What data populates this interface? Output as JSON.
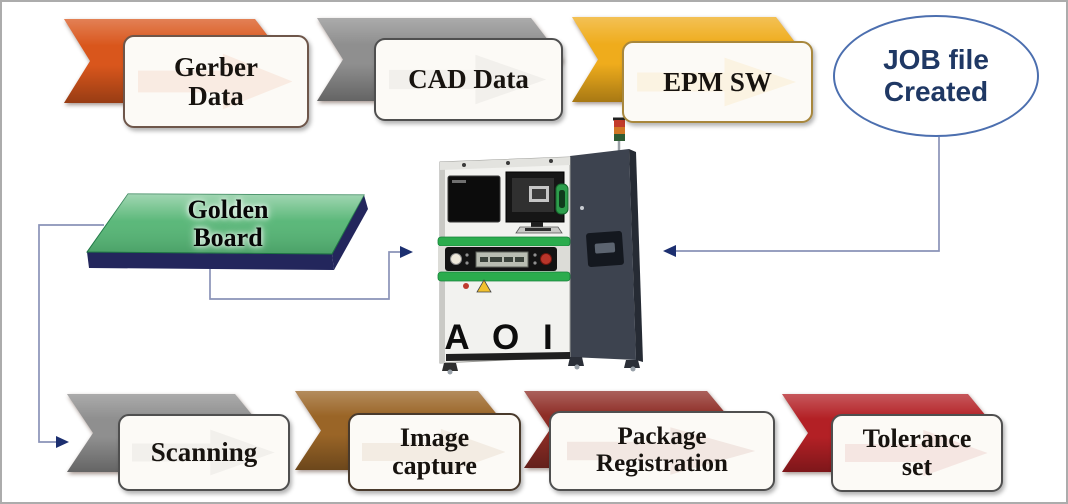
{
  "colors": {
    "background": "#FFFFFF",
    "frame_border": "#ACACAC",
    "connector_line": "#8A93B8",
    "connector_arrow": "#1C2F70"
  },
  "top_flow": [
    {
      "label": "Gerber Data",
      "lines": [
        "Gerber",
        "Data"
      ],
      "chevron_color": "#D9561C",
      "box_border_color": "#6E564A"
    },
    {
      "label": "CAD Data",
      "lines": [
        "CAD Data"
      ],
      "chevron_color": "#8F8F8F",
      "box_border_color": "#4F4F4F"
    },
    {
      "label": "EPM SW",
      "lines": [
        "EPM SW"
      ],
      "chevron_color": "#EFAC1C",
      "box_border_color": "#A8873C"
    }
  ],
  "job_file_ellipse": {
    "label": "JOB file Created",
    "lines": [
      "JOB file",
      "Created"
    ],
    "outline_color": "#4C6FAF",
    "text_color": "#1F3864"
  },
  "golden_board": {
    "label": "Golden Board",
    "lines": [
      "Golden",
      "Board"
    ],
    "top_color": "#54B574",
    "edge_color": "#23265C"
  },
  "aoi_machine": {
    "label": "A O I"
  },
  "bottom_flow": [
    {
      "label": "Scanning",
      "lines": [
        "Scanning"
      ],
      "chevron_color": "#8F8F8F",
      "box_border_color": "#4F4F4F"
    },
    {
      "label": "Image capture",
      "lines": [
        "Image",
        "capture"
      ],
      "chevron_color": "#9A6527",
      "box_border_color": "#493A2C"
    },
    {
      "label": "Package Registration",
      "lines": [
        "Package",
        "Registration"
      ],
      "chevron_color": "#8E2D26",
      "box_border_color": "#4F4F4F"
    },
    {
      "label": "Tolerance set",
      "lines": [
        "Tolerance",
        "set"
      ],
      "chevron_color": "#B32025",
      "box_border_color": "#4F4F4F"
    }
  ]
}
